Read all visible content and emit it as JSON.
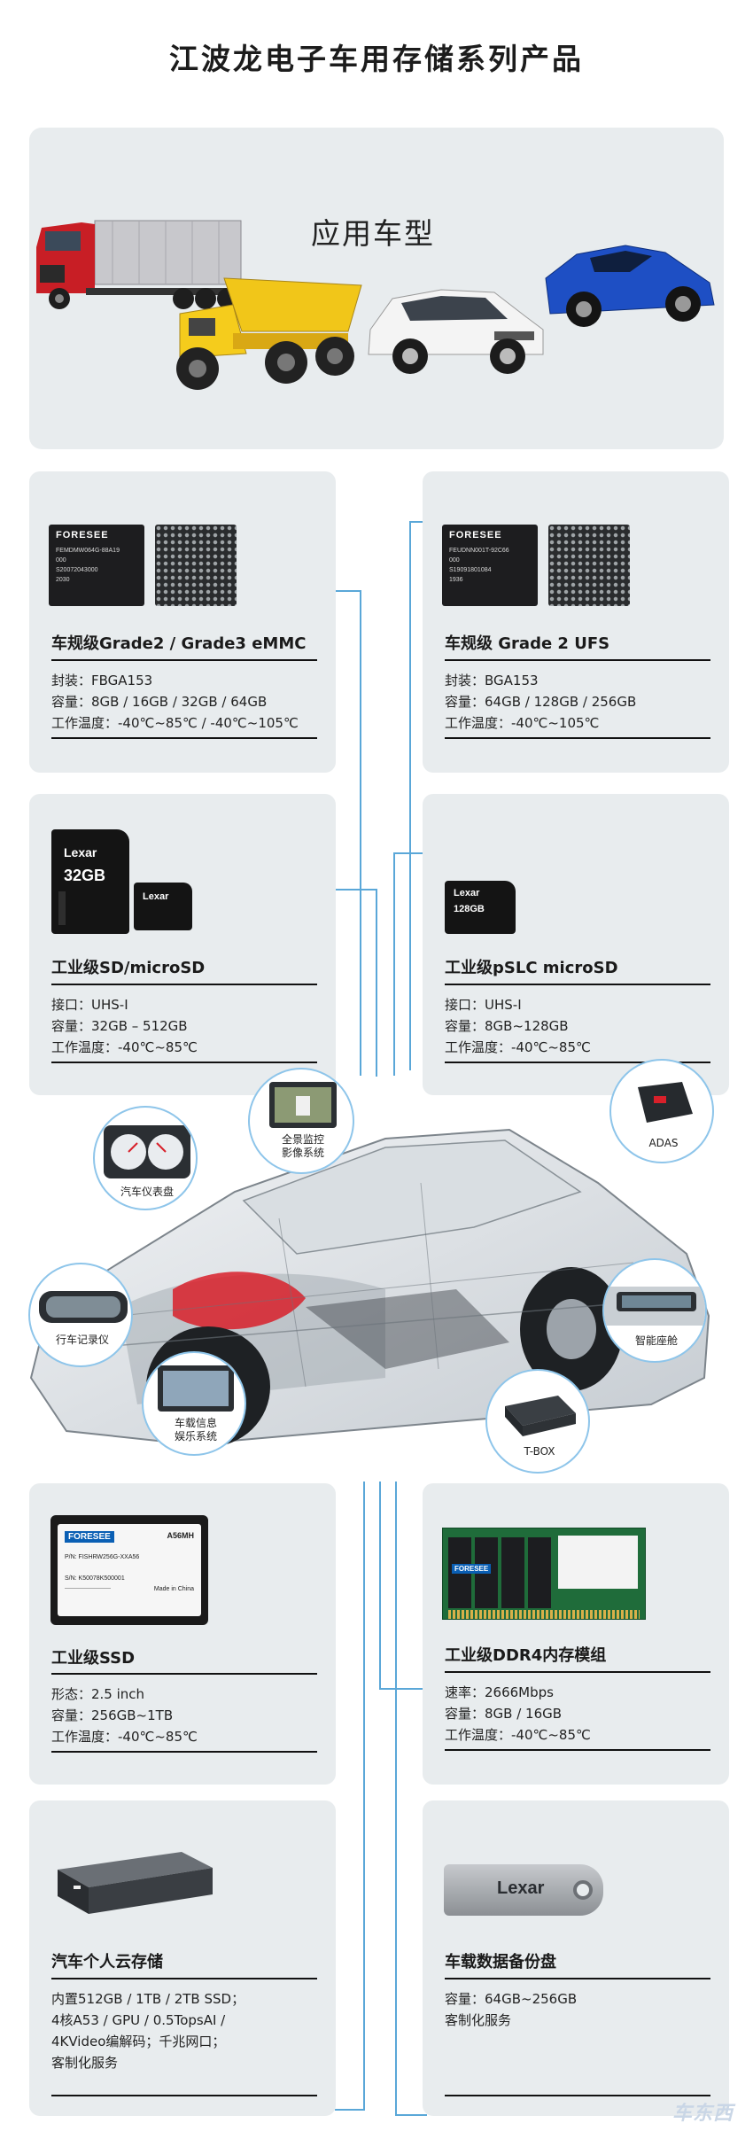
{
  "page_title": "江波龙电子车用存储系列产品",
  "hero": {
    "label": "应用车型"
  },
  "products": {
    "emmc": {
      "name": "车规级Grade2 / Grade3 eMMC",
      "chip_brand": "FORESEE",
      "chip_text": [
        "FEMDMW064G-88A19",
        "000",
        "S20072043000",
        "2030"
      ],
      "specs": [
        "封装：FBGA153",
        "容量：8GB / 16GB / 32GB / 64GB",
        "工作温度：-40℃~85℃  / -40℃~105℃"
      ]
    },
    "ufs": {
      "name": "车规级 Grade 2 UFS",
      "chip_brand": "FORESEE",
      "chip_text": [
        "FEUDNN001T-92C66",
        "000",
        "S19091801084",
        "1936"
      ],
      "specs": [
        "封装：BGA153",
        "容量：64GB / 128GB / 256GB",
        "工作温度：-40℃~105℃"
      ]
    },
    "sd": {
      "name": "工业级SD/microSD",
      "card_brand": "Lexar",
      "card_capacity": "32GB",
      "specs": [
        "接口：UHS-I",
        "容量：32GB – 512GB",
        "工作温度：-40℃~85℃"
      ]
    },
    "pslc": {
      "name": "工业级pSLC microSD",
      "card_brand": "Lexar",
      "card_capacity": "128GB",
      "specs": [
        "接口：UHS-I",
        "容量：8GB~128GB",
        "工作温度：-40℃~85℃"
      ]
    },
    "ssd": {
      "name": "工业级SSD",
      "label_brand": "FORESEE",
      "label_model": "A56MH",
      "label_pn": "P/N:  FISHRW256G-XXA56",
      "label_sn": "S/N:  K50078K500001",
      "label_made": "Made in China",
      "specs": [
        "形态：2.5 inch",
        "容量：256GB~1TB",
        "工作温度：-40℃~85℃"
      ]
    },
    "ddr4": {
      "name": "工业级DDR4内存模组",
      "module_brand": "FORESEE",
      "specs": [
        "速率：2666Mbps",
        "容量：8GB / 16GB",
        "工作温度：-40℃~85℃"
      ]
    },
    "cloud": {
      "name": "汽车个人云存储",
      "specs": [
        "内置512GB / 1TB / 2TB SSD；",
        "4核A53 / GPU / 0.5TopsAI /",
        "4KVideo编解码；千兆网口；",
        "客制化服务"
      ]
    },
    "usb": {
      "name": "车载数据备份盘",
      "drive_brand": "Lexar",
      "specs": [
        "容量：64GB~256GB",
        "客制化服务"
      ]
    }
  },
  "applications": {
    "dashboard": "汽车仪表盘",
    "surround": [
      "全景监控",
      "影像系统"
    ],
    "adas": "ADAS",
    "recorder": "行车记录仪",
    "cockpit": "智能座舱",
    "infotainment": [
      "车载信息",
      "娱乐系统"
    ],
    "tbox": "T-BOX"
  },
  "watermark": "车东西",
  "colors": {
    "panel": "#e8ecee",
    "connector": "#5aa7d8",
    "accent_red": "#d8202a",
    "chip_dark": "#1c1c1c"
  }
}
